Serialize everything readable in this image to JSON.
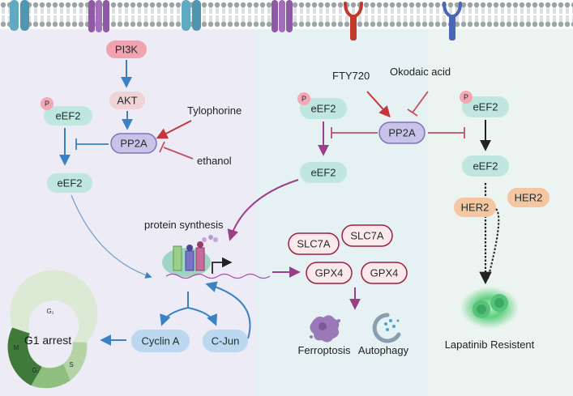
{
  "labels": {
    "pi3k": "PI3K",
    "akt": "AKT",
    "pp2a_left": "PP2A",
    "tylophorine": "Tylophorine",
    "ethanol": "ethanol",
    "eef2_p_left": "eEF2",
    "p_left": "P",
    "eef2_left": "eEF2",
    "protein_synthesis": "protein synthesis",
    "cyclin_a": "Cyclin A",
    "c_jun": "C-Jun",
    "g1_arrest": "G1 arrest",
    "fty720": "FTY720",
    "okodaic_acid": "Okodaic acid",
    "eef2_p_mid": "eEF2",
    "p_mid": "P",
    "pp2a_mid": "PP2A",
    "eef2_mid": "eEF2",
    "slc7a_1": "SLC7A",
    "slc7a_2": "SLC7A",
    "gpx4_1": "GPX4",
    "gpx4_2": "GPX4",
    "ferroptosis": "Ferroptosis",
    "autophagy": "Autophagy",
    "eef2_p_right": "eEF2",
    "p_right": "P",
    "eef2_right": "eEF2",
    "her2_1": "HER2",
    "her2_2": "HER2",
    "lapatinib_resistent": "Lapatinib Resistent",
    "cycle_g1": "G₁",
    "cycle_s": "S",
    "cycle_g2": "G₂",
    "cycle_m": "M"
  },
  "colors": {
    "panel_left": "#ecebf6",
    "panel_mid": "#e5f1f2",
    "panel_right": "#ecf4f1",
    "eef2": "#bfe6df",
    "pp2a": "#c9c3ea",
    "pp2a_stroke": "#7f74b8",
    "pi3k": "#f2a3b0",
    "akt": "#f0d3d5",
    "phospho": "#f4a8b4",
    "cyclin": "#bcd8f0",
    "her2": "#f4c6a2",
    "red_pill_fill": "#fde9ec",
    "red_pill_stroke": "#9b2040",
    "arrow_blue": "#3a82c4",
    "arrow_red": "#c8343c",
    "arrow_purple": "#9b3f86",
    "inhibit_blue": "#3a82c4",
    "inhibit_red": "#c05064",
    "cycle_light": "#c7e0bf",
    "cycle_mid": "#8fbf7e",
    "cycle_dark": "#3f7a3a",
    "glow": "#6dd68a"
  }
}
